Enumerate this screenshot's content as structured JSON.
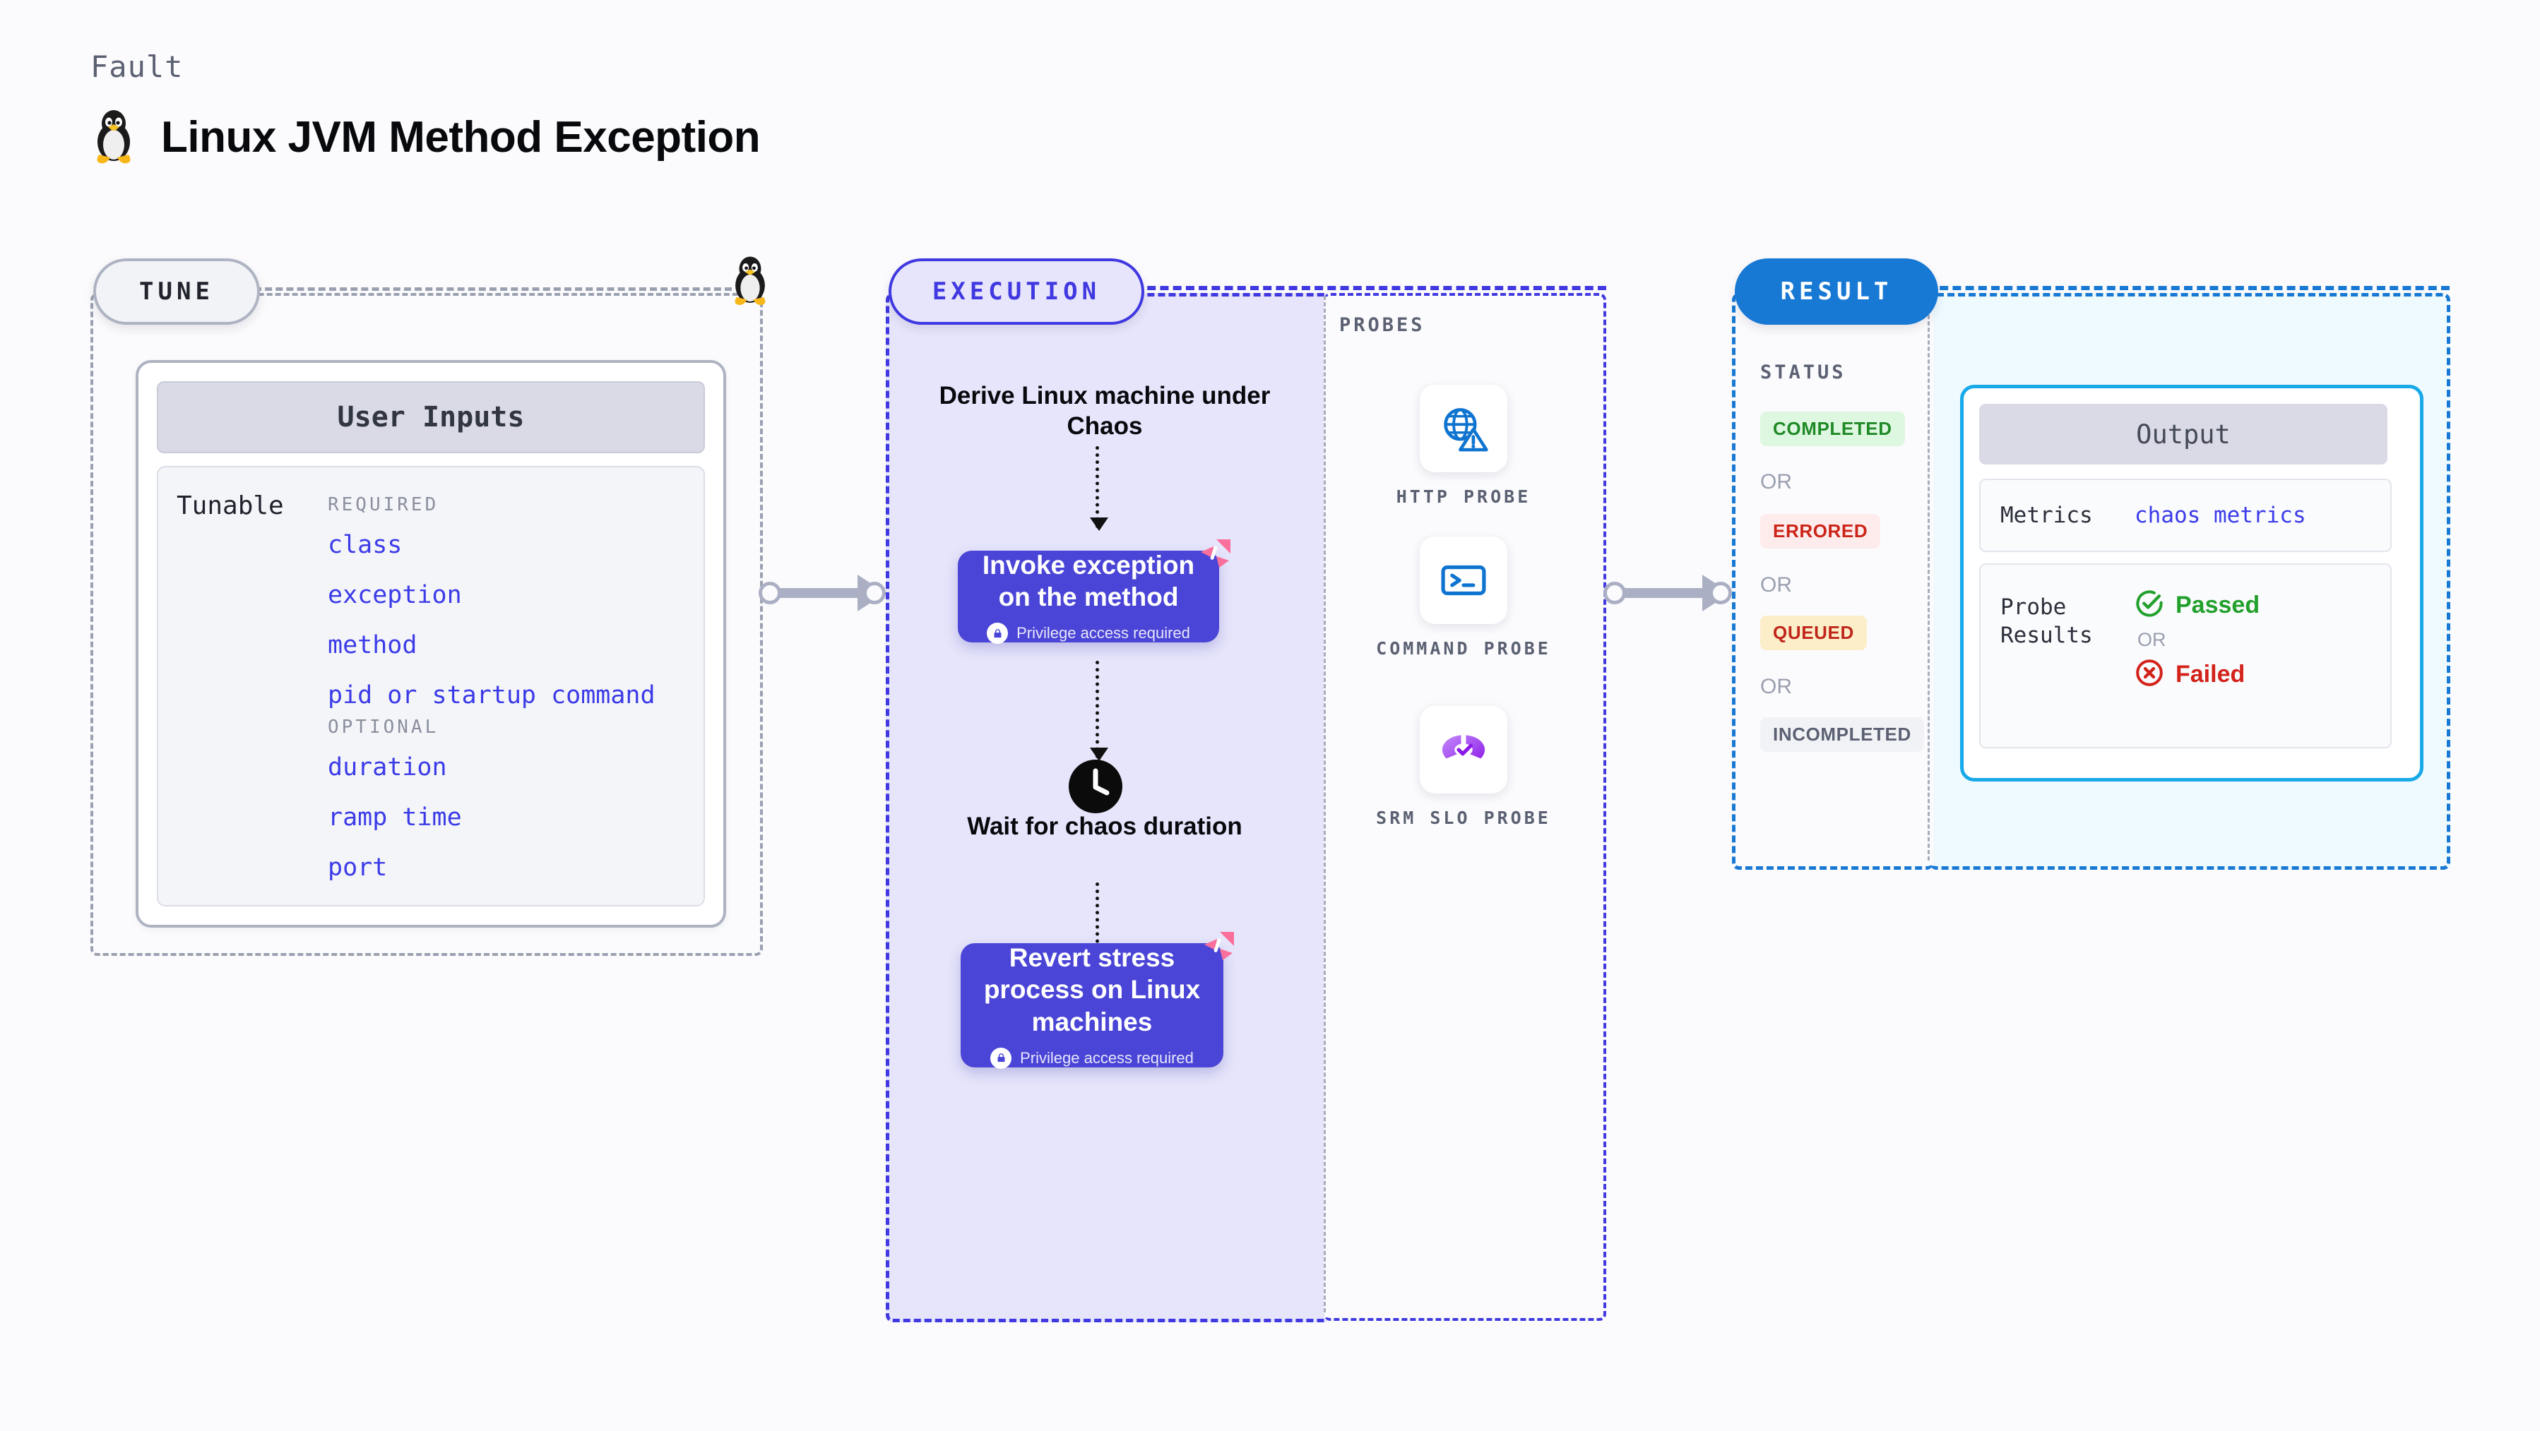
{
  "header": {
    "eyebrow": "Fault",
    "title": "Linux JVM Method Exception",
    "icon": "linux-penguin-icon"
  },
  "tune": {
    "pill_label": "TUNE",
    "badge_icon": "linux-penguin-icon",
    "card": {
      "header": "User Inputs",
      "row_label": "Tunable",
      "groups": [
        {
          "heading": "REQUIRED",
          "params": [
            "class",
            "exception",
            "method",
            "pid or startup command"
          ]
        },
        {
          "heading": "OPTIONAL",
          "params": [
            "duration",
            "ramp time",
            "port"
          ]
        }
      ]
    }
  },
  "execution": {
    "pill_label": "EXECUTION",
    "steps": [
      {
        "type": "text",
        "label": "Derive Linux machine under Chaos"
      },
      {
        "type": "action",
        "label": "Invoke exception on the method",
        "privilege": "Privilege access required",
        "badge": "harness-logo-icon"
      },
      {
        "type": "wait",
        "label": "Wait for chaos duration",
        "icon": "clock-icon"
      },
      {
        "type": "action",
        "label": "Revert stress process on Linux machines",
        "privilege": "Privilege access required",
        "badge": "harness-logo-icon"
      }
    ]
  },
  "probes": {
    "label": "PROBES",
    "items": [
      {
        "name": "HTTP PROBE",
        "icon": "globe-warning-icon"
      },
      {
        "name": "COMMAND PROBE",
        "icon": "terminal-icon"
      },
      {
        "name": "SRM SLO PROBE",
        "icon": "slo-donut-check-icon"
      }
    ]
  },
  "result": {
    "pill_label": "RESULT",
    "status_label": "STATUS",
    "or_label": "OR",
    "statuses": [
      {
        "label": "COMPLETED",
        "bg": "#DEF7E0",
        "fg": "#1F8A27"
      },
      {
        "label": "ERRORED",
        "bg": "#FDECEB",
        "fg": "#CC2418"
      },
      {
        "label": "QUEUED",
        "bg": "#FCEEC9",
        "fg": "#C0261B"
      },
      {
        "label": "INCOMPLETED",
        "bg": "#F1F2F6",
        "fg": "#5b6172"
      }
    ],
    "output": {
      "header": "Output",
      "metrics_key": "Metrics",
      "metrics_value": "chaos metrics",
      "probe_key_line1": "Probe",
      "probe_key_line2": "Results",
      "passed_label": "Passed",
      "failed_label": "Failed",
      "or_label": "OR",
      "passed_icon": "check-circle-icon",
      "failed_icon": "x-circle-icon"
    }
  },
  "colors": {
    "accent_purple": "#4A45D6",
    "accent_blue": "#1879D4",
    "accent_cyan": "#17A9E8",
    "param_text": "#3B3BE8",
    "harness_pink": "#FA6F9B"
  }
}
